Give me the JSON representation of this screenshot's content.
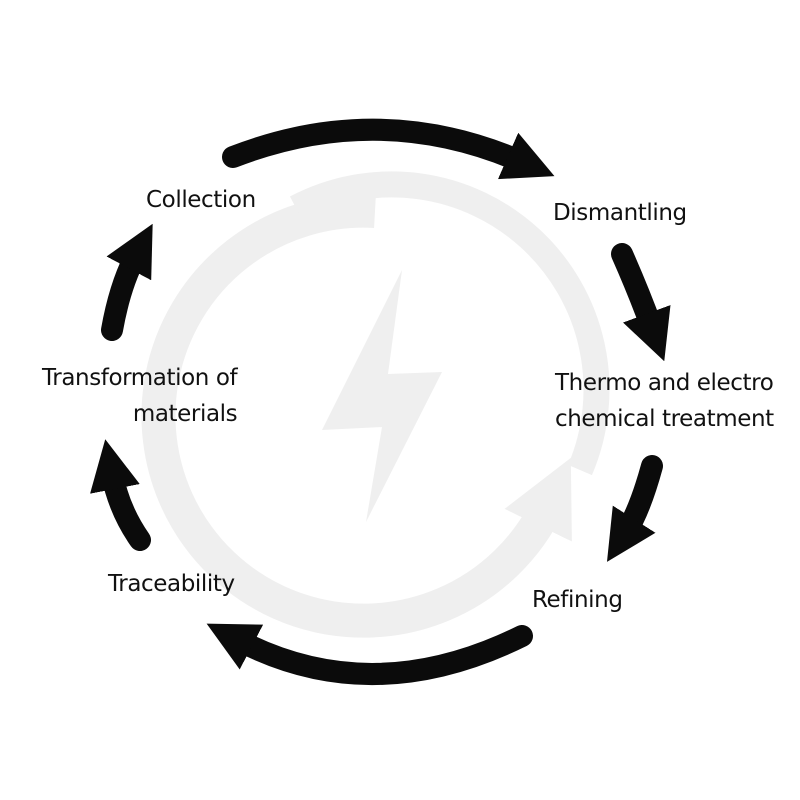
{
  "stages": {
    "collection": "Collection",
    "dismantling": "Dismantling",
    "treatment_line1": "Thermo and electro",
    "treatment_line2": "chemical treatment",
    "refining": "Refining",
    "traceability": "Traceability",
    "transformation_line1": "Transformation of",
    "transformation_line2": "materials"
  },
  "icons": {
    "center": "lightning-bolt-icon",
    "background": "circular-recycle-arrow-icon",
    "cycle": "cycle-arrow-icon"
  },
  "colors": {
    "arrows": "#0b0b0b",
    "watermark": "#efefef",
    "text": "#111111"
  }
}
